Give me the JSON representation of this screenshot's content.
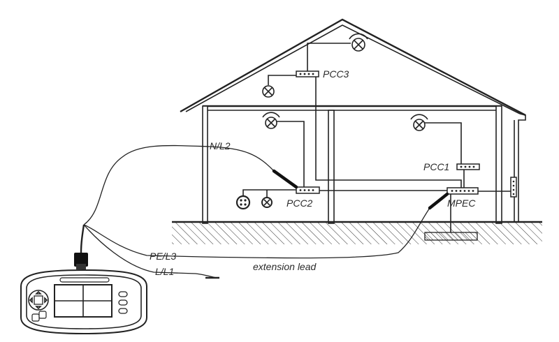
{
  "labels": {
    "pcc3": "PCC3",
    "pcc1": "PCC1",
    "pcc2": "PCC2",
    "mpec": "MPEC",
    "n_l2": "N/L2",
    "pe_l3": "PE/L3",
    "l_l1": "L/L1",
    "extension_lead": "extension lead"
  },
  "colors": {
    "line": "#222222",
    "background": "#ffffff"
  }
}
